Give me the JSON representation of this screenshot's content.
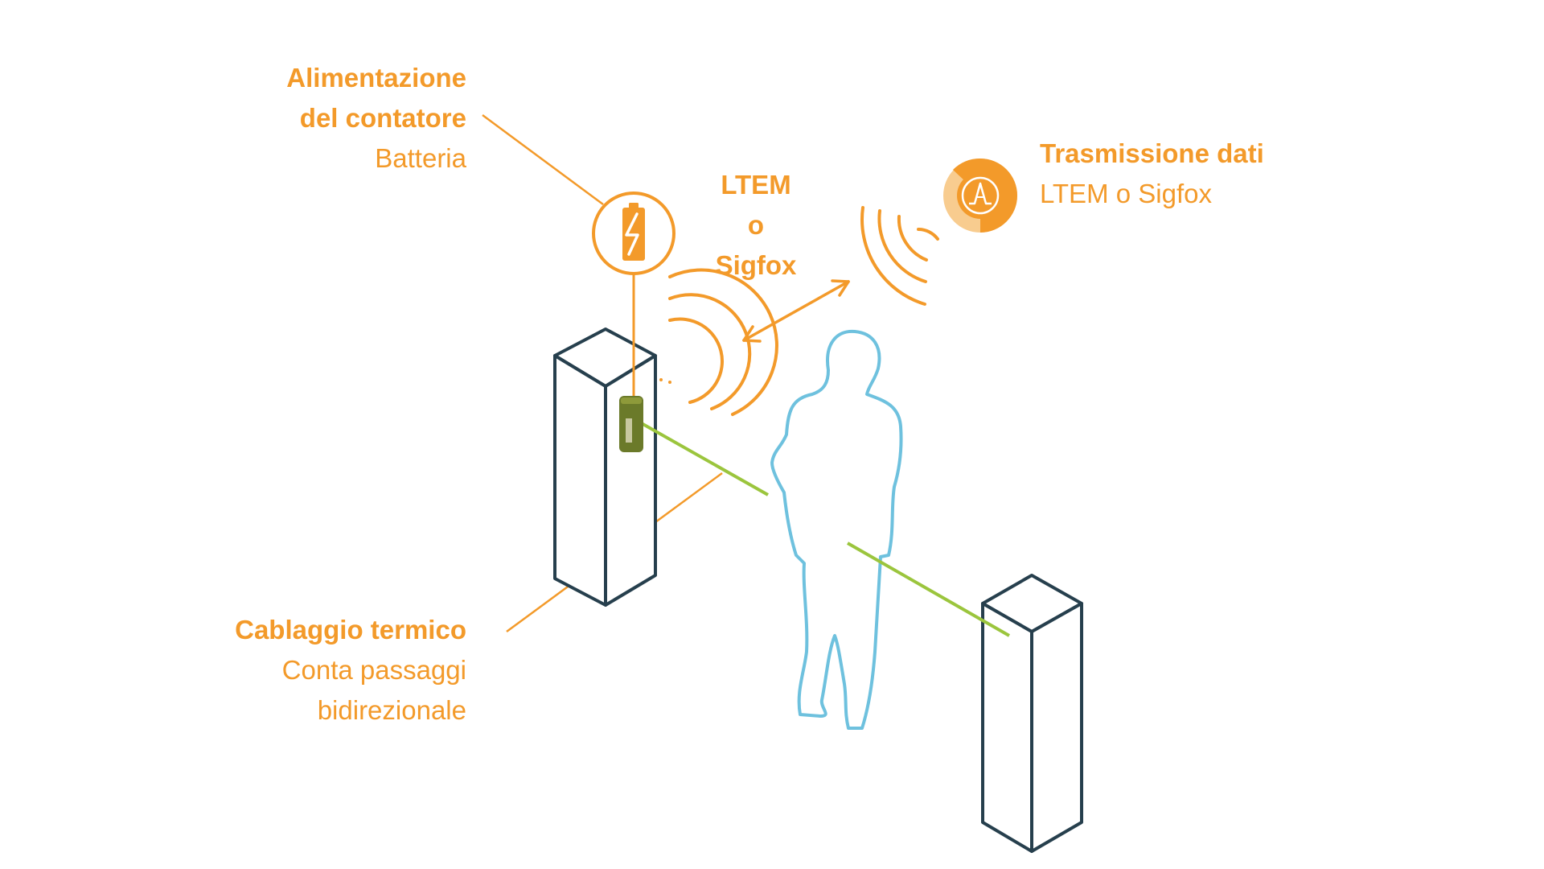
{
  "labels": {
    "power": {
      "title_line1": "Alimentazione",
      "title_line2": "del contatore",
      "subtitle": "Batteria"
    },
    "cabling": {
      "title": "Cablaggio termico",
      "subtitle_line1": "Conta passaggi",
      "subtitle_line2": "bidirezionale"
    },
    "transmission": {
      "title": "Trasmissione dati",
      "subtitle": "LTEM o Sigfox"
    },
    "network": {
      "line1": "LTEM",
      "line2": "o",
      "line3": "Sigfox"
    }
  },
  "icons": {
    "battery": "battery-charging-icon",
    "antenna": "antenna-a-icon",
    "signal_left": "signal-waves-icon",
    "signal_right": "signal-waves-icon",
    "person": "person-walking-icon"
  },
  "colors": {
    "accent": "#F39A2A",
    "accent_light": "#F8CC8F",
    "pillar": "#263F4D",
    "beam": "#9BC53D",
    "person": "#6EC1DE",
    "device": "#6B7A2A"
  }
}
